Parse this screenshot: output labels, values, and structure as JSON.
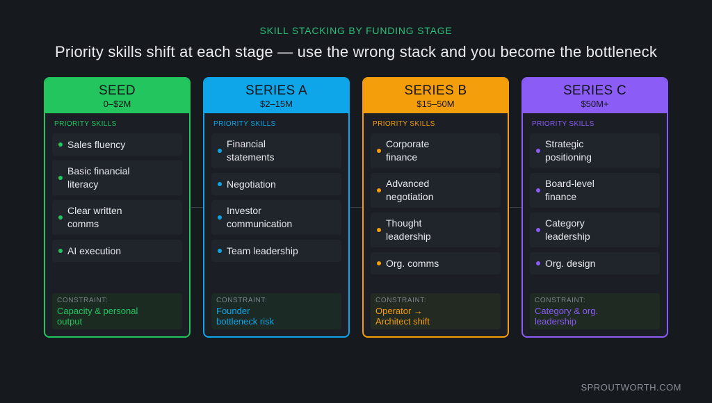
{
  "eyebrow": "SKILL STACKING BY FUNDING STAGE",
  "headline": "Priority skills shift at each stage — use the wrong stack and you become the bottleneck",
  "footer": "SPROUTWORTH.COM",
  "stages": [
    {
      "name": "SEED",
      "range": "0–$2M",
      "accent": "#22c55e",
      "section_label": "PRIORITY SKILLS",
      "skills": [
        "Sales fluency",
        "Basic financial literacy",
        "Clear written comms",
        "AI execution"
      ],
      "constraint_label": "CONSTRAINT:",
      "constraint": "Capacity & personal output"
    },
    {
      "name": "SERIES A",
      "range": "$2–15M",
      "accent": "#0ea5e9",
      "section_label": "PRIORITY SKILLS",
      "skills": [
        "Financial statements",
        "Negotiation",
        "Investor communication",
        "Team leadership"
      ],
      "constraint_label": "CONSTRAINT:",
      "constraint": "Founder bottleneck risk"
    },
    {
      "name": "SERIES B",
      "range": "$15–50M",
      "accent": "#f59e0b",
      "section_label": "PRIORITY SKILLS",
      "skills": [
        "Corporate finance",
        "Advanced negotiation",
        "Thought leadership",
        "Org. comms"
      ],
      "constraint_label": "CONSTRAINT:",
      "constraint": "Operator → Architect shift"
    },
    {
      "name": "SERIES C",
      "range": "$50M+",
      "accent": "#8b5cf6",
      "section_label": "PRIORITY SKILLS",
      "skills": [
        "Strategic positioning",
        "Board-level finance",
        "Category leadership",
        "Org. design"
      ],
      "constraint_label": "CONSTRAINT:",
      "constraint": "Category & org. leadership"
    }
  ]
}
